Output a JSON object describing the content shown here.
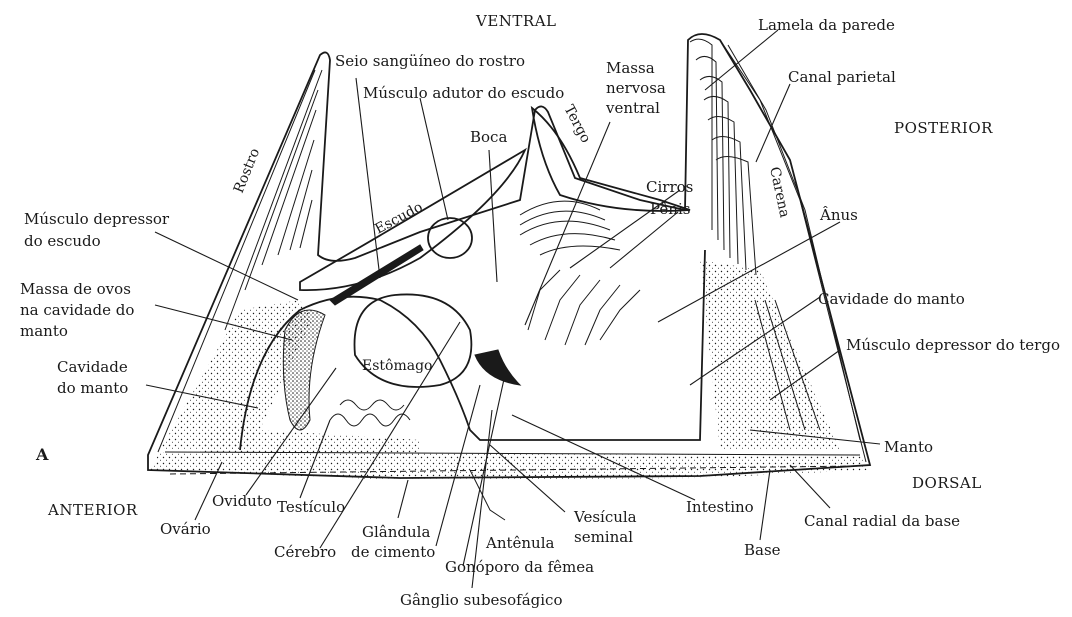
{
  "figure_letter": "A",
  "orientation": {
    "ventral": "VENTRAL",
    "posterior": "POSTERIOR",
    "anterior": "ANTERIOR",
    "dorsal": "DORSAL"
  },
  "labels": {
    "lamela_da_parede": "Lamela da parede",
    "canal_parietal": "Canal parietal",
    "seio_sanguineo": "Seio sangüíneo do rostro",
    "musculo_adutor": "Músculo adutor do escudo",
    "massa_line1": "Massa",
    "massa_line2": "nervosa",
    "massa_line3": "ventral",
    "tergo": "Tergo",
    "boca": "Boca",
    "rostro": "Rostro",
    "escudo": "Escudo",
    "cirros": "Cirros",
    "penis": "Pênis",
    "carena": "Carena",
    "anus": "Ânus",
    "musc_depressor_escudo_l1": "Músculo depressor",
    "musc_depressor_escudo_l2": "do escudo",
    "massa_ovos_l1": "Massa de ovos",
    "massa_ovos_l2": "na cavidade do",
    "massa_ovos_l3": "manto",
    "cavidade_manto_right": "Cavidade do manto",
    "cavidade_manto_left_l1": "Cavidade",
    "cavidade_manto_left_l2": "do manto",
    "estomago": "Estômago",
    "musc_depressor_tergo": "Músculo depressor do tergo",
    "manto": "Manto",
    "oviduto": "Oviduto",
    "testiculo": "Testículo",
    "ovario": "Ovário",
    "glandula_l1": "Glândula",
    "glandula_l2": "de cimento",
    "cerebro": "Cérebro",
    "antenula": "Antênula",
    "gonoporo": "Gonóporo da fêmea",
    "vesicula_l1": "Vesícula",
    "vesicula_l2": "seminal",
    "intestino": "Intestino",
    "base": "Base",
    "canal_radial": "Canal radial da base",
    "ganglio": "Gânglio subesofágico"
  }
}
